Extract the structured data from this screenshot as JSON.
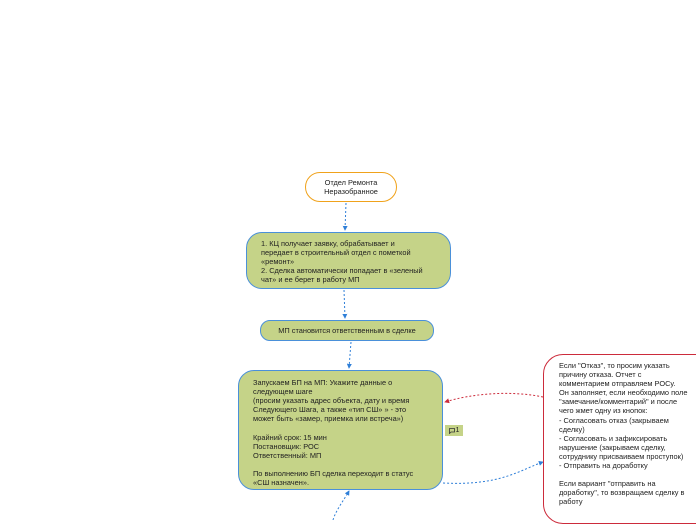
{
  "nodes": {
    "root": "Отдел Ремонта\nНеразобранное",
    "step1": "1. КЦ получает заявку, обрабатывает и\nпередает в строительный отдел с пометкой\n«ремонт»\n2. Сделка автоматически попадает в «зеленый\nчат» и ее берет в работу МП",
    "step2": "МП становится ответственным в сделке",
    "step3": "Запускаем БП на МП: Укажите данные о\nследующем шаге\n(просим указать адрес объекта, дату и время\nСледующего Шага, а также «тип СШ» » - это\nможет быть «замер, приемка или встреча»)\n\nКрайний срок: 15 мин\nПостановщик: РОС\nОтветственный: МП\n\nПо выполнению БП сделка переходит в статус\n«СШ назначен».",
    "note": "Если \"Отказ\", то просим указать\nпричину отказа. Отчет с\nкомментарием отправляем РОСу.\nОн заполняет, если необходимо поле\n\"замечание/комментарий\" и после\nчего жмет одну из кнопок:\n- Согласовать отказ (закрываем\nсделку)\n- Согласовать и зафиксировать\nнарушение (закрываем сделку,\nсотруднику присваиваем проступок)\n- Отправить на доработку\n\nЕсли вариант \"отправить на\nдоработку\", то возвращаем сделку в\nработу"
  },
  "comment_badge": {
    "icon": "comment-icon",
    "count": "1"
  },
  "colors": {
    "root_border": "#f0a21b",
    "node_fill": "#c5d388",
    "node_border": "#4a90d9",
    "note_border": "#cc2b3b",
    "link_blue": "#2f7fd8",
    "link_red": "#cc2b3b"
  }
}
